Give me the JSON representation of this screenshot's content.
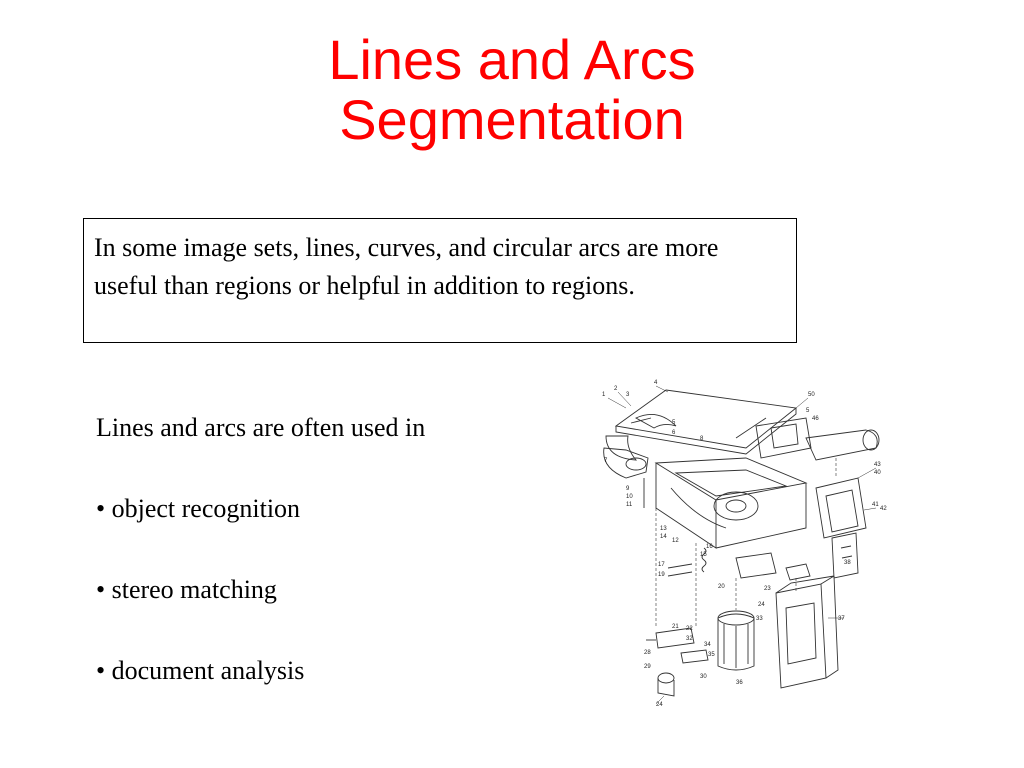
{
  "slide": {
    "title_line1": "Lines and Arcs",
    "title_line2": "Segmentation",
    "intro": "In some image sets, lines, curves, and circular arcs are more useful than regions or helpful in addition to regions.",
    "lead": "Lines and arcs are often used in",
    "bullets": [
      "• object recognition",
      "• stereo matching",
      "• document analysis"
    ],
    "colors": {
      "title": "#ff0000",
      "text": "#000000",
      "background": "#ffffff"
    }
  }
}
